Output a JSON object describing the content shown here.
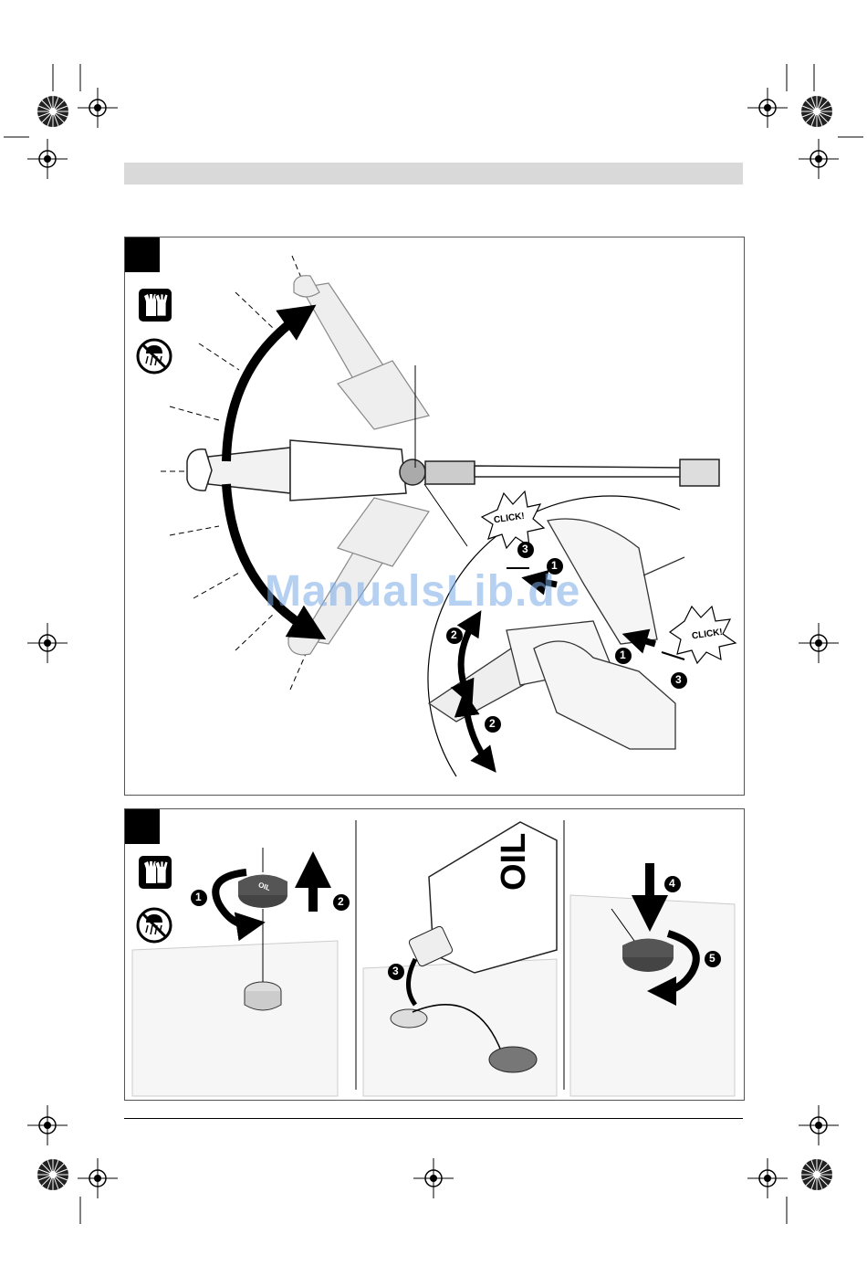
{
  "header": {
    "section_label": ""
  },
  "figures": [
    {
      "id": "chain-angle",
      "callouts": {
        "click_top": "CLICK!",
        "click_right": "CLICK!",
        "step_1a": "1",
        "step_1b": "1",
        "step_2a": "2",
        "step_2b": "2",
        "step_3a": "3",
        "step_3b": "3"
      }
    },
    {
      "id": "oil-fill",
      "callouts": {
        "step_1": "1",
        "step_2": "2",
        "step_3": "3",
        "step_4": "4",
        "step_5": "5",
        "bottle_label": "OIL",
        "cap_label": "OIL"
      }
    }
  ],
  "watermark": "ManualsLib.de",
  "icons": [
    "gloves-icon",
    "no-rain-icon",
    "registration-mark-icon",
    "color-wheel-icon"
  ]
}
